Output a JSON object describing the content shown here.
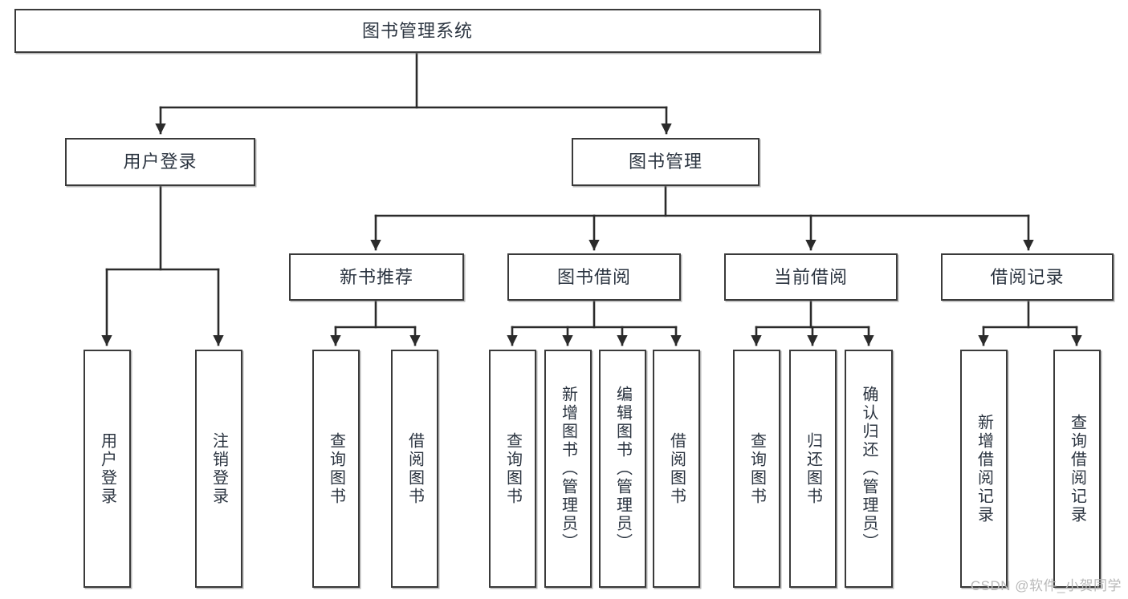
{
  "diagram": {
    "type": "tree",
    "title": "图书管理系统",
    "watermark": "CSDN @软件_小贺同学",
    "colors": {
      "box_border": "#3a3a3a",
      "box_fill": "#ffffff",
      "text": "#2b3440",
      "connector": "#2b2b2b",
      "watermark": "#b9b9b9"
    },
    "nodes": {
      "root": {
        "label": "图书管理系统"
      },
      "level2": [
        {
          "label": "用户登录"
        },
        {
          "label": "图书管理"
        }
      ],
      "level3": [
        {
          "label": "新书推荐"
        },
        {
          "label": "图书借阅"
        },
        {
          "label": "当前借阅"
        },
        {
          "label": "借阅记录"
        }
      ],
      "leaves": {
        "user_login": [
          {
            "label": "用户登录"
          },
          {
            "label": "注销登录"
          }
        ],
        "new_book_recommend": [
          {
            "label": "查询图书"
          },
          {
            "label": "借阅图书"
          }
        ],
        "book_borrow": [
          {
            "label": "查询图书"
          },
          {
            "label": "新增图书（管理员）"
          },
          {
            "label": "编辑图书（管理员）"
          },
          {
            "label": "借阅图书"
          }
        ],
        "current_borrow": [
          {
            "label": "查询图书"
          },
          {
            "label": "归还图书"
          },
          {
            "label": "确认归还（管理员）"
          }
        ],
        "borrow_records": [
          {
            "label": "新增借阅记录"
          },
          {
            "label": "查询借阅记录"
          }
        ]
      }
    }
  }
}
